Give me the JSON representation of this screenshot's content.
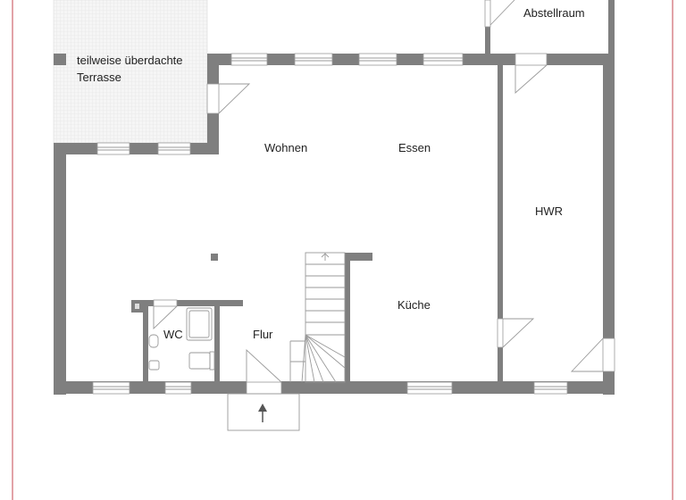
{
  "rooms": {
    "terrace_line1": "teilweise überdachte",
    "terrace_line2": "Terrasse",
    "wohnen": "Wohnen",
    "essen": "Essen",
    "abstellraum": "Abstellraum",
    "hwr": "HWR",
    "kueche": "Küche",
    "wc": "WC",
    "flur": "Flur"
  },
  "colors": {
    "wall": "#7f7f7f",
    "border": "#d9838a",
    "terrace": "#f0f0f0"
  }
}
